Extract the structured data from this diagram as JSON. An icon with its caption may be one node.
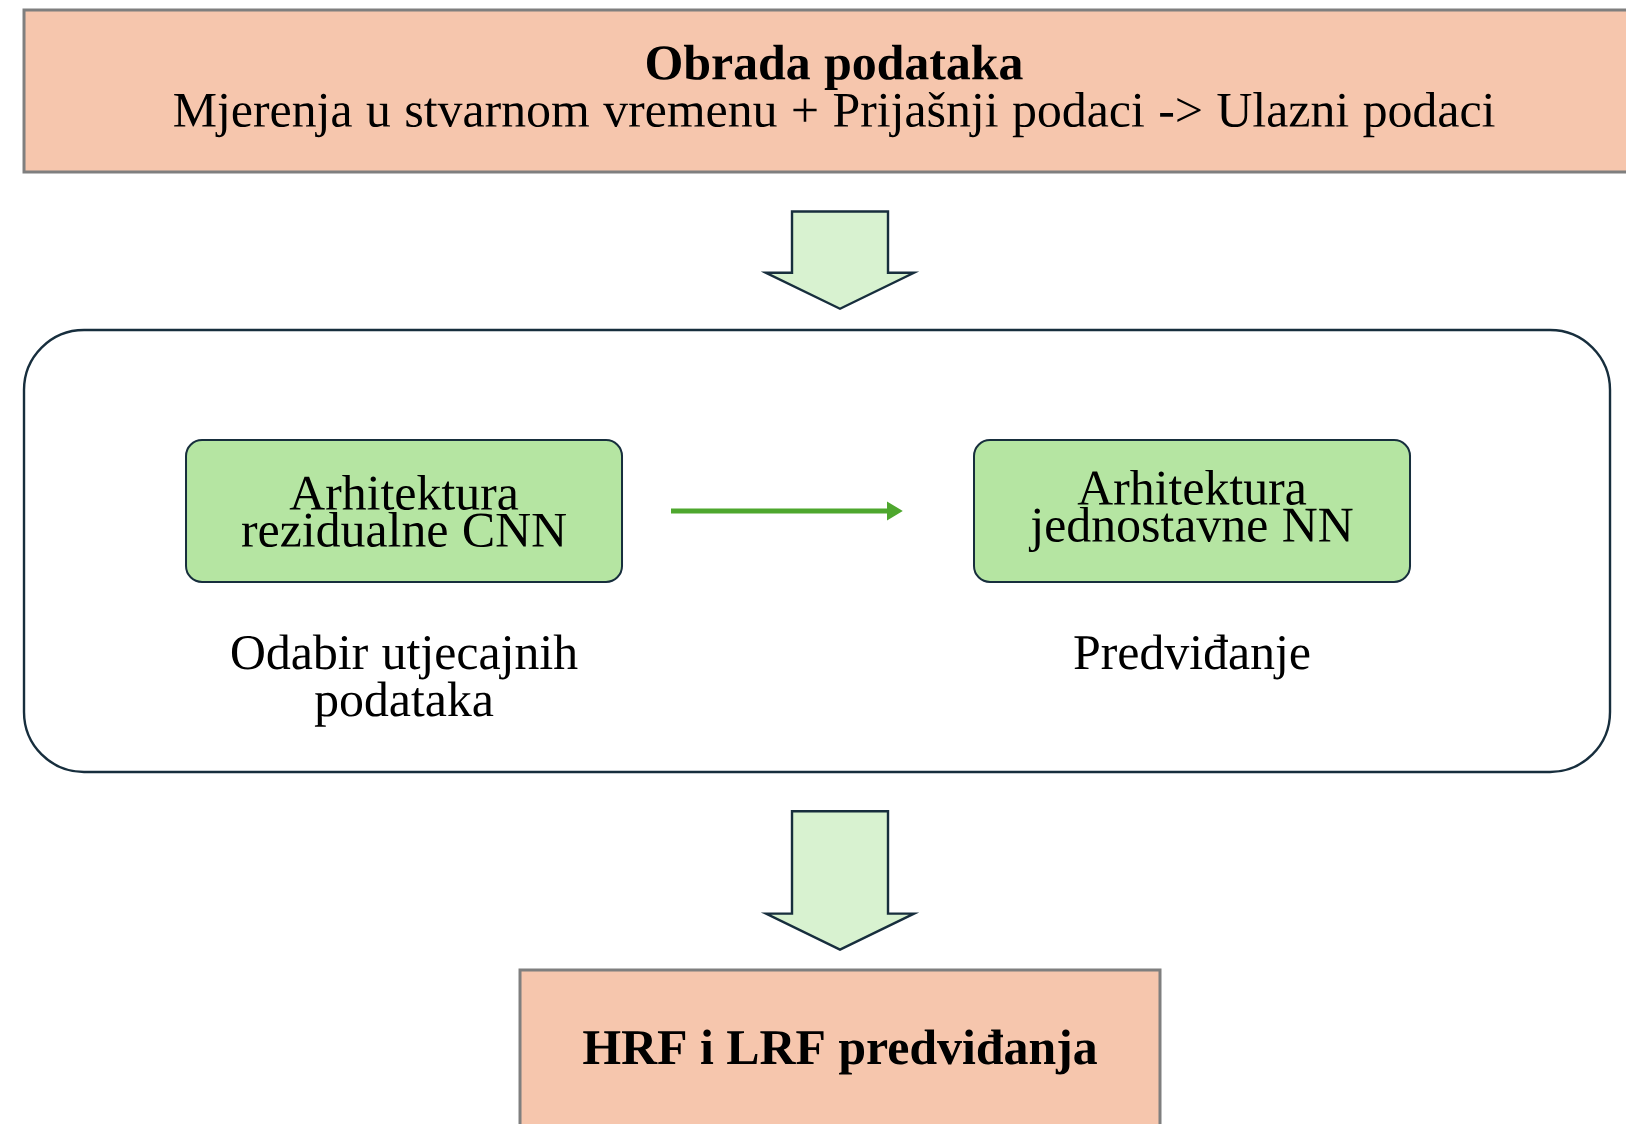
{
  "diagram": {
    "nodes": [
      {
        "text": [
          "Obrada podataka",
          "Mjerenja u stvarnom vremenu + Prijašnji podaci -> Ulazni podaci"
        ]
      },
      {
        "text": [],
        "shape": "box"
      },
      {
        "text": [
          "Arhitektura rezidualne CNN"
        ],
        "in": 1,
        "beside": [
          "Odabir utjecajnih podataka"
        ]
      },
      {
        "text": [
          "Arhitektura jednostavne NN"
        ],
        "in": 1,
        "beside": [
          "Predviđanje"
        ]
      },
      {
        "text": [
          "HRF i LRF predviđanja"
        ]
      }
    ],
    "edges": [
      {
        "from": 0,
        "to": 1,
        "arrow": "to"
      },
      {
        "from": 2,
        "to": 3,
        "arrow": "to",
        "color": "#4ea72e"
      },
      {
        "from": 1,
        "to": 4,
        "arrow": "to"
      }
    ]
  }
}
